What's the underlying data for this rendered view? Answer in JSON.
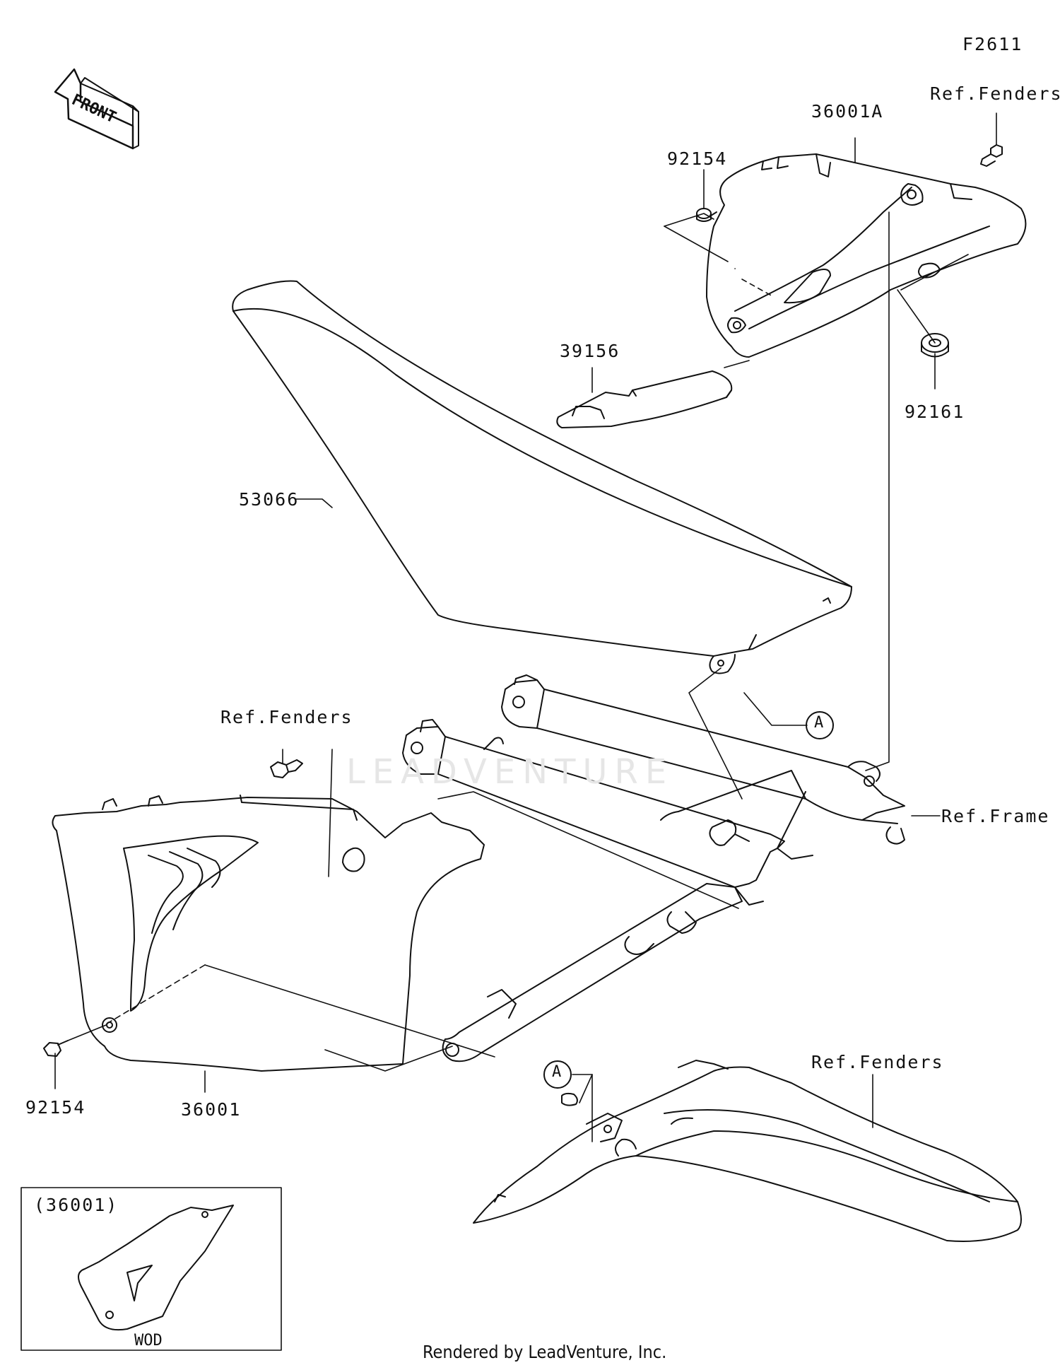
{
  "diagram_id": "F2611",
  "front_label": "FRONT",
  "watermark": "LEADVENTURE",
  "footer": "Rendered by LeadVenture, Inc.",
  "callouts": {
    "ref_fenders_top": "Ref.Fenders",
    "part_36001A": "36001A",
    "part_92154_top": "92154",
    "part_39156": "39156",
    "part_92161": "92161",
    "part_53066": "53066",
    "circle_a_upper": "A",
    "ref_fenders_mid": "Ref.Fenders",
    "ref_frame": "Ref.Frame",
    "part_92154_bottom": "92154",
    "part_36001": "36001",
    "circle_a_lower": "A",
    "ref_fenders_bottom": "Ref.Fenders"
  },
  "inset": {
    "label": "(36001)",
    "caption": "WOD"
  }
}
